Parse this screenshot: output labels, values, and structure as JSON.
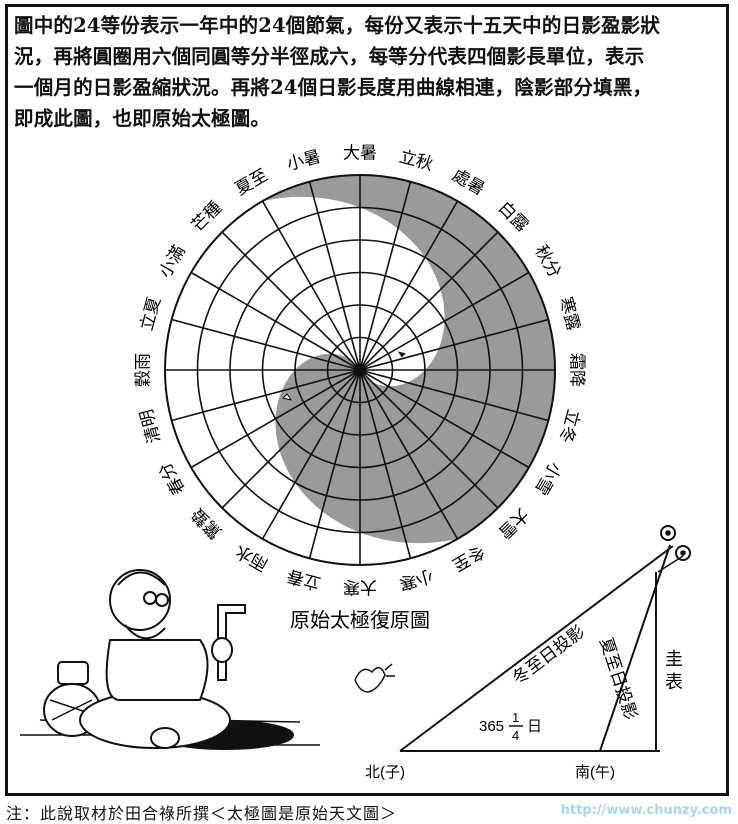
{
  "intro_lines": [
    "圖中的24等份表示一年中的24個節氣，每份又表示十五天中的日影盈影狀",
    "況，再將圓圈用六個同圓等分半徑成六，每等分代表四個影長單位，表示",
    "一個月的日影盈縮狀況。再將24個日影長度用曲線相連，陰影部分填黑，",
    "即成此圖，也即原始太極圖。"
  ],
  "taiji": {
    "solar_terms_clockwise_from_top": [
      "大暑",
      "立秋",
      "處暑",
      "白露",
      "秋分",
      "寒露",
      "霜降",
      "立冬",
      "小雪",
      "大雪",
      "冬至",
      "小寒",
      "大寒",
      "立春",
      "雨水",
      "驚蟄",
      "春分",
      "清明",
      "穀雨",
      "立夏",
      "小滿",
      "芒種",
      "夏至",
      "小暑"
    ],
    "rings": 6,
    "shade_color": "#9a9a9a"
  },
  "caption": "原始太極復原圖",
  "gnomon": {
    "winter_shadow": "冬至日投影",
    "summer_shadow": "夏至日投影",
    "pole": "圭表",
    "year_whole": "365",
    "year_num": "1",
    "year_den": "4",
    "year_unit": "日",
    "north": "北(子)",
    "south": "南(午)"
  },
  "footer": "注：此說取材於田合祿所撰＜太極圖是原始天文圖＞",
  "watermark": "http://www.chunzy.com"
}
